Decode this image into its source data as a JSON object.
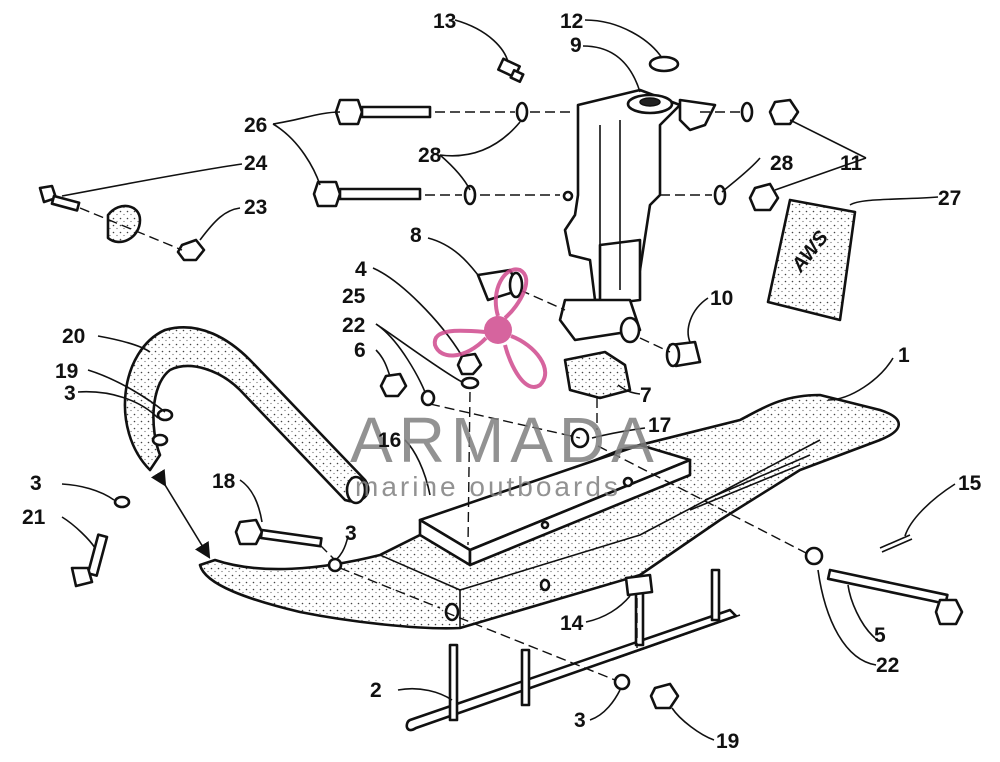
{
  "callouts": {
    "c1": "1",
    "c2": "2",
    "c3a": "3",
    "c3b": "3",
    "c3c": "3",
    "c3d": "3",
    "c4": "4",
    "c5": "5",
    "c6": "6",
    "c7": "7",
    "c8": "8",
    "c9": "9",
    "c10": "10",
    "c11": "11",
    "c12": "12",
    "c13": "13",
    "c14": "14",
    "c15": "15",
    "c16": "16",
    "c17": "17",
    "c18": "18",
    "c19a": "19",
    "c19b": "19",
    "c20": "20",
    "c21": "21",
    "c22a": "22",
    "c22b": "22",
    "c23": "23",
    "c24": "24",
    "c25": "25",
    "c26": "26",
    "c27": "27",
    "c28a": "28",
    "c28b": "28"
  },
  "decal_text": "AWS",
  "watermark": {
    "brand": "ARMADA",
    "tagline": "marine outboards",
    "accent_color": "#d04a8e"
  }
}
